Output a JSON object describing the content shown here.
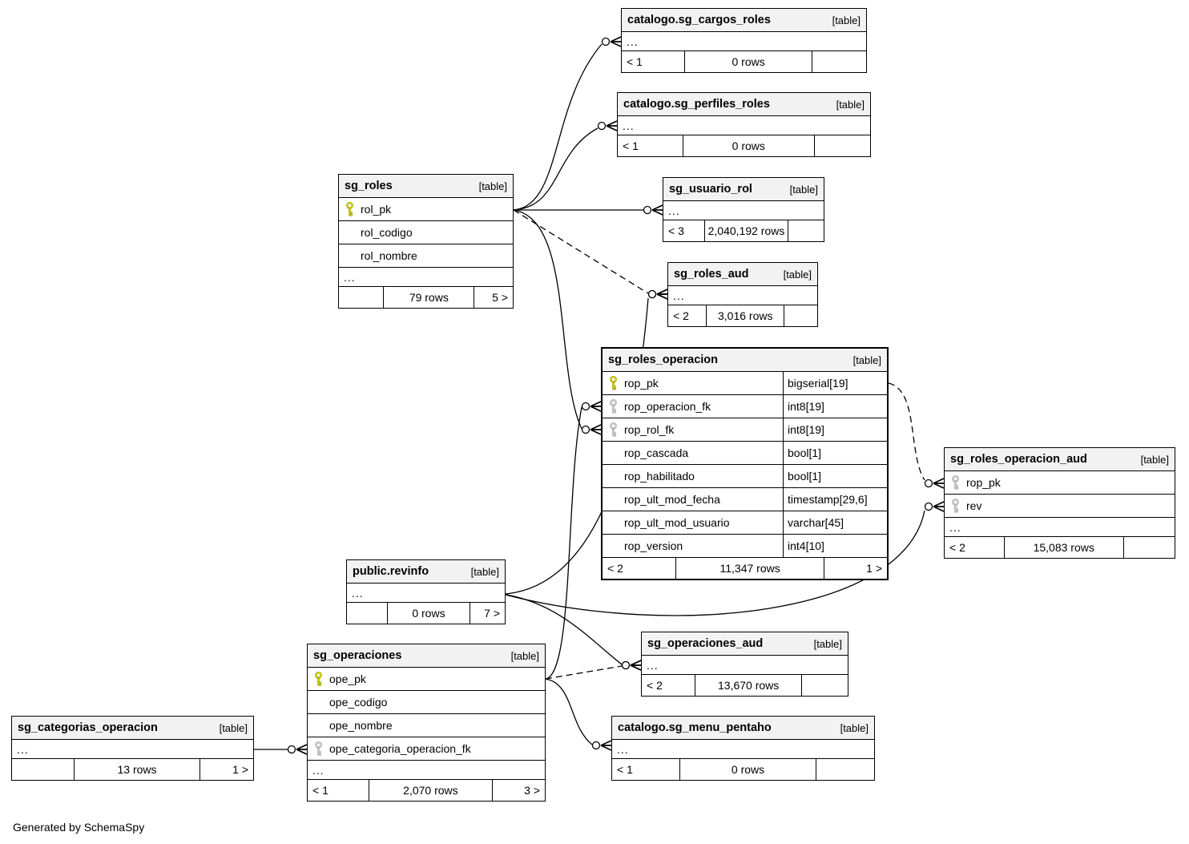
{
  "credit": "Generated by SchemaSpy",
  "colors": {
    "header_bg": "#f2f2f2",
    "primary_key": "#d9d900",
    "foreign_key": "#cccccc",
    "border": "#000000",
    "emphasized_table": "sg_roles_operacion"
  },
  "tables": [
    {
      "id": "cargos_roles",
      "title": "catalogo.sg_cargos_roles",
      "tag": "[table]",
      "columns": [],
      "ellipsis": "...",
      "footer": {
        "left": "< 1",
        "center": "0 rows",
        "right": ""
      }
    },
    {
      "id": "perfiles_roles",
      "title": "catalogo.sg_perfiles_roles",
      "tag": "[table]",
      "columns": [],
      "ellipsis": "...",
      "footer": {
        "left": "< 1",
        "center": "0 rows",
        "right": ""
      }
    },
    {
      "id": "sg_roles",
      "title": "sg_roles",
      "tag": "[table]",
      "columns": [
        {
          "name": "rol_pk",
          "type": "",
          "key": "pk"
        },
        {
          "name": "rol_codigo",
          "type": "",
          "key": ""
        },
        {
          "name": "rol_nombre",
          "type": "",
          "key": ""
        }
      ],
      "ellipsis": "...",
      "footer": {
        "left": "",
        "center": "79 rows",
        "right": "5 >"
      }
    },
    {
      "id": "usuario_rol",
      "title": "sg_usuario_rol",
      "tag": "[table]",
      "columns": [],
      "ellipsis": "...",
      "footer": {
        "left": "< 3",
        "center": "2,040,192 rows",
        "right": ""
      }
    },
    {
      "id": "roles_aud",
      "title": "sg_roles_aud",
      "tag": "[table]",
      "columns": [],
      "ellipsis": "...",
      "footer": {
        "left": "< 2",
        "center": "3,016 rows",
        "right": ""
      }
    },
    {
      "id": "roles_operacion",
      "title": "sg_roles_operacion",
      "tag": "[table]",
      "emphasized": true,
      "columns": [
        {
          "name": "rop_pk",
          "type": "bigserial[19]",
          "key": "pk"
        },
        {
          "name": "rop_operacion_fk",
          "type": "int8[19]",
          "key": "fk"
        },
        {
          "name": "rop_rol_fk",
          "type": "int8[19]",
          "key": "fk"
        },
        {
          "name": "rop_cascada",
          "type": "bool[1]",
          "key": ""
        },
        {
          "name": "rop_habilitado",
          "type": "bool[1]",
          "key": ""
        },
        {
          "name": "rop_ult_mod_fecha",
          "type": "timestamp[29,6]",
          "key": ""
        },
        {
          "name": "rop_ult_mod_usuario",
          "type": "varchar[45]",
          "key": ""
        },
        {
          "name": "rop_version",
          "type": "int4[10]",
          "key": ""
        }
      ],
      "ellipsis": null,
      "footer": {
        "left": "< 2",
        "center": "11,347 rows",
        "right": "1 >"
      }
    },
    {
      "id": "roles_operacion_aud",
      "title": "sg_roles_operacion_aud",
      "tag": "[table]",
      "columns": [
        {
          "name": "rop_pk",
          "type": "",
          "key": "fk"
        },
        {
          "name": "rev",
          "type": "",
          "key": "fk"
        }
      ],
      "ellipsis": "...",
      "footer": {
        "left": "< 2",
        "center": "15,083 rows",
        "right": ""
      }
    },
    {
      "id": "revinfo",
      "title": "public.revinfo",
      "tag": "[table]",
      "columns": [],
      "ellipsis": "...",
      "footer": {
        "left": "",
        "center": "0 rows",
        "right": "7 >"
      }
    },
    {
      "id": "operaciones",
      "title": "sg_operaciones",
      "tag": "[table]",
      "columns": [
        {
          "name": "ope_pk",
          "type": "",
          "key": "pk"
        },
        {
          "name": "ope_codigo",
          "type": "",
          "key": ""
        },
        {
          "name": "ope_nombre",
          "type": "",
          "key": ""
        },
        {
          "name": "ope_categoria_operacion_fk",
          "type": "",
          "key": "fk"
        }
      ],
      "ellipsis": "...",
      "footer": {
        "left": "< 1",
        "center": "2,070 rows",
        "right": "3 >"
      }
    },
    {
      "id": "operaciones_aud",
      "title": "sg_operaciones_aud",
      "tag": "[table]",
      "columns": [],
      "ellipsis": "...",
      "footer": {
        "left": "< 2",
        "center": "13,670 rows",
        "right": ""
      }
    },
    {
      "id": "menu_pentaho",
      "title": "catalogo.sg_menu_pentaho",
      "tag": "[table]",
      "columns": [],
      "ellipsis": "...",
      "footer": {
        "left": "< 1",
        "center": "0 rows",
        "right": ""
      }
    },
    {
      "id": "categorias_operacion",
      "title": "sg_categorias_operacion",
      "tag": "[table]",
      "columns": [],
      "ellipsis": "...",
      "footer": {
        "left": "",
        "center": "13 rows",
        "right": "1 >"
      }
    }
  ],
  "relationships": [
    {
      "from": "sg_roles.rol_pk",
      "to": "catalogo.sg_cargos_roles",
      "style": "solid"
    },
    {
      "from": "sg_roles.rol_pk",
      "to": "catalogo.sg_perfiles_roles",
      "style": "solid"
    },
    {
      "from": "sg_roles.rol_pk",
      "to": "sg_usuario_rol",
      "style": "solid"
    },
    {
      "from": "sg_roles.rol_pk",
      "to": "sg_roles_aud",
      "style": "dashed"
    },
    {
      "from": "sg_roles.rol_pk",
      "to": "sg_roles_operacion.rop_rol_fk",
      "style": "solid"
    },
    {
      "from": "sg_operaciones.ope_pk",
      "to": "sg_roles_operacion.rop_operacion_fk",
      "style": "solid"
    },
    {
      "from": "sg_operaciones.ope_pk",
      "to": "sg_operaciones_aud",
      "style": "dashed"
    },
    {
      "from": "sg_operaciones.ope_pk",
      "to": "catalogo.sg_menu_pentaho",
      "style": "solid"
    },
    {
      "from": "sg_categorias_operacion",
      "to": "sg_operaciones.ope_categoria_operacion_fk",
      "style": "solid"
    },
    {
      "from": "public.revinfo",
      "to": "sg_roles_aud",
      "style": "solid"
    },
    {
      "from": "public.revinfo",
      "to": "sg_roles_operacion_aud.rev",
      "style": "solid"
    },
    {
      "from": "public.revinfo",
      "to": "sg_operaciones_aud",
      "style": "solid"
    },
    {
      "from": "sg_roles_operacion.rop_pk",
      "to": "sg_roles_operacion_aud.rop_pk",
      "style": "dashed"
    }
  ]
}
